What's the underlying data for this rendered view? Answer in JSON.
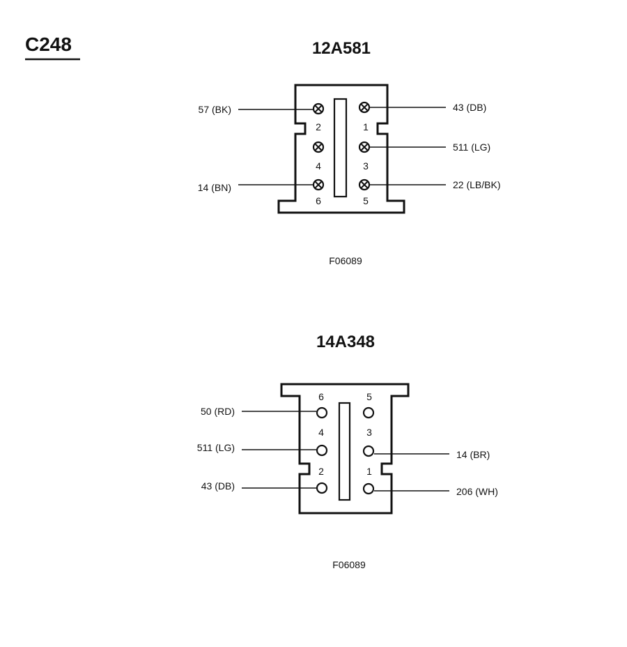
{
  "connector_id": "C248",
  "connectors": [
    {
      "part_number": "12A581",
      "figure_code": "F06089",
      "pins": [
        {
          "num": "2",
          "label": "57 (BK)",
          "marked": true
        },
        {
          "num": "1",
          "label": "43 (DB)",
          "marked": true
        },
        {
          "num": "4",
          "label": "",
          "marked": true
        },
        {
          "num": "3",
          "label": "511 (LG)",
          "marked": true
        },
        {
          "num": "6",
          "label": "14 (BN)",
          "marked": true
        },
        {
          "num": "5",
          "label": "22 (LB/BK)",
          "marked": true
        }
      ]
    },
    {
      "part_number": "14A348",
      "figure_code": "F06089",
      "pins": [
        {
          "num": "6",
          "label": "50 (RD)",
          "marked": false
        },
        {
          "num": "5",
          "label": "",
          "marked": false
        },
        {
          "num": "4",
          "label": "511 (LG)",
          "marked": false
        },
        {
          "num": "3",
          "label": "14 (BR)",
          "marked": false
        },
        {
          "num": "2",
          "label": "43 (DB)",
          "marked": false
        },
        {
          "num": "1",
          "label": "206 (WH)",
          "marked": false
        }
      ]
    }
  ]
}
